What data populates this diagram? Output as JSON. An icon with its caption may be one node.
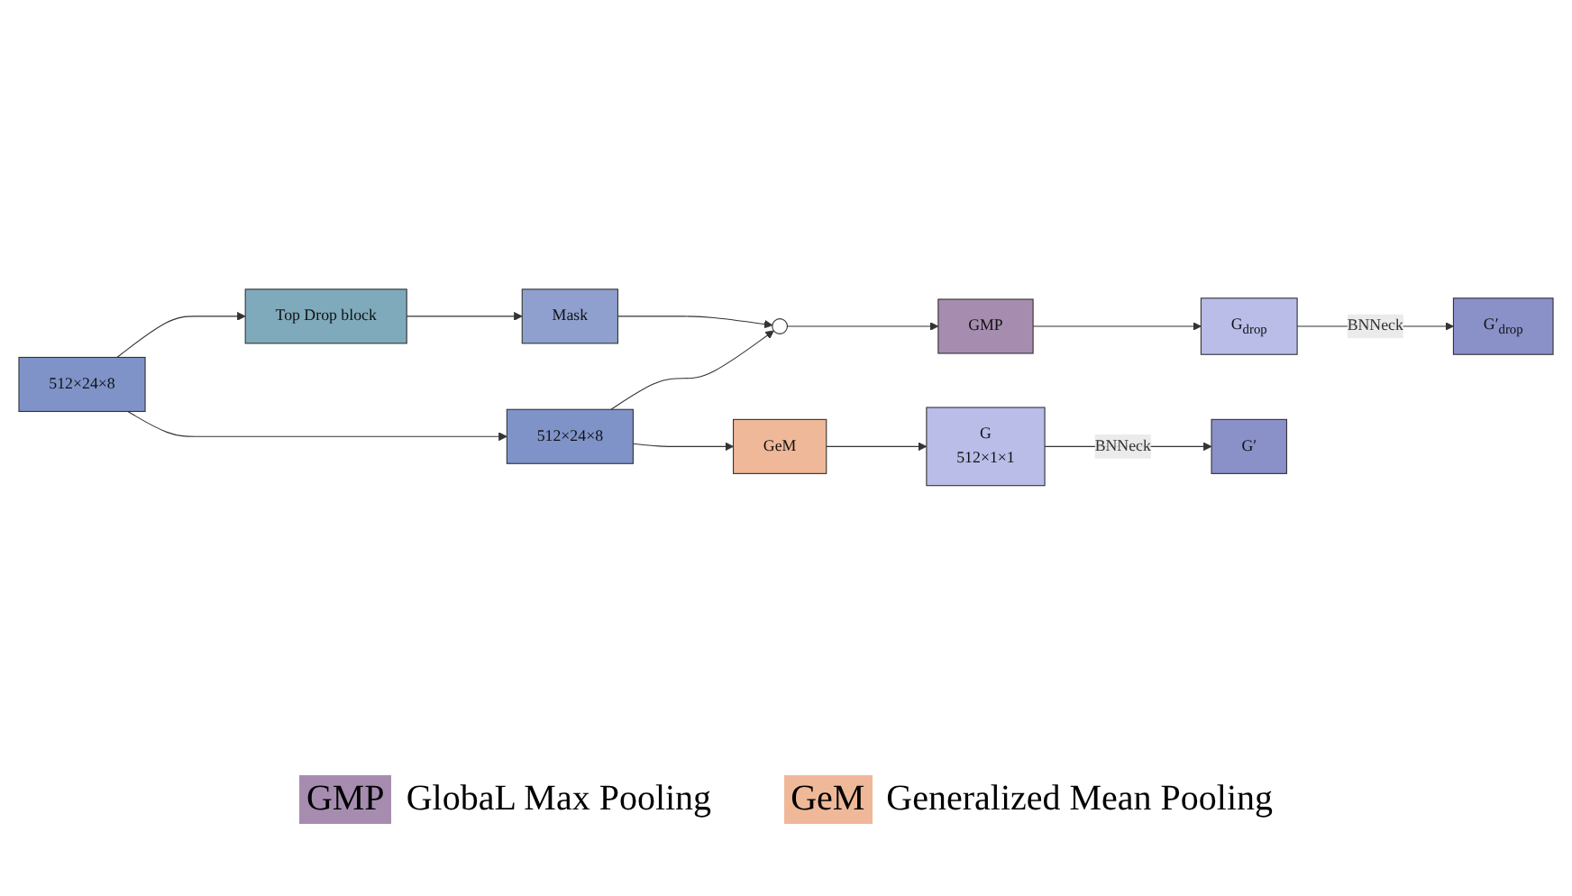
{
  "diagram": {
    "nodes": [
      {
        "text": [
          "512×24×8"
        ]
      },
      {
        "text": [
          "Top Drop block"
        ]
      },
      {
        "text": [
          "Mask"
        ]
      },
      {
        "text": [],
        "shape": "circle"
      },
      {
        "text": [
          "GMP"
        ]
      },
      {
        "text": [
          "G$_{drop}$"
        ]
      },
      {
        "text": [
          "G′$_{drop}$"
        ]
      },
      {
        "text": [
          "512×24×8"
        ]
      },
      {
        "text": [
          "GeM"
        ]
      },
      {
        "text": [
          "G",
          "512×1×1"
        ]
      },
      {
        "text": [
          "G′"
        ]
      }
    ],
    "edges": [
      {
        "from": 0,
        "to": 1,
        "arrow": "to"
      },
      {
        "from": 0,
        "to": 7,
        "arrow": "to"
      },
      {
        "from": 1,
        "to": 2,
        "arrow": "to"
      },
      {
        "from": 2,
        "to": 3,
        "arrow": "to"
      },
      {
        "from": 7,
        "to": 3,
        "arrow": "to"
      },
      {
        "from": 7,
        "to": 8,
        "arrow": "to"
      },
      {
        "from": 3,
        "to": 4,
        "arrow": "to"
      },
      {
        "from": 4,
        "to": 5,
        "arrow": "to"
      },
      {
        "from": 5,
        "to": 6,
        "arrow": "to",
        "label": "BNNeck"
      },
      {
        "from": 8,
        "to": 9,
        "arrow": "to"
      },
      {
        "from": 9,
        "to": 10,
        "arrow": "to",
        "label": "BNNeck"
      }
    ],
    "labels": [
      "GMP",
      "GeM"
    ],
    "legend": [
      {
        "text": "GlobaL Max Pooling",
        "color": "#a68db0"
      },
      {
        "text": "Generalized Mean Pooling",
        "color": "#efb898"
      }
    ]
  }
}
